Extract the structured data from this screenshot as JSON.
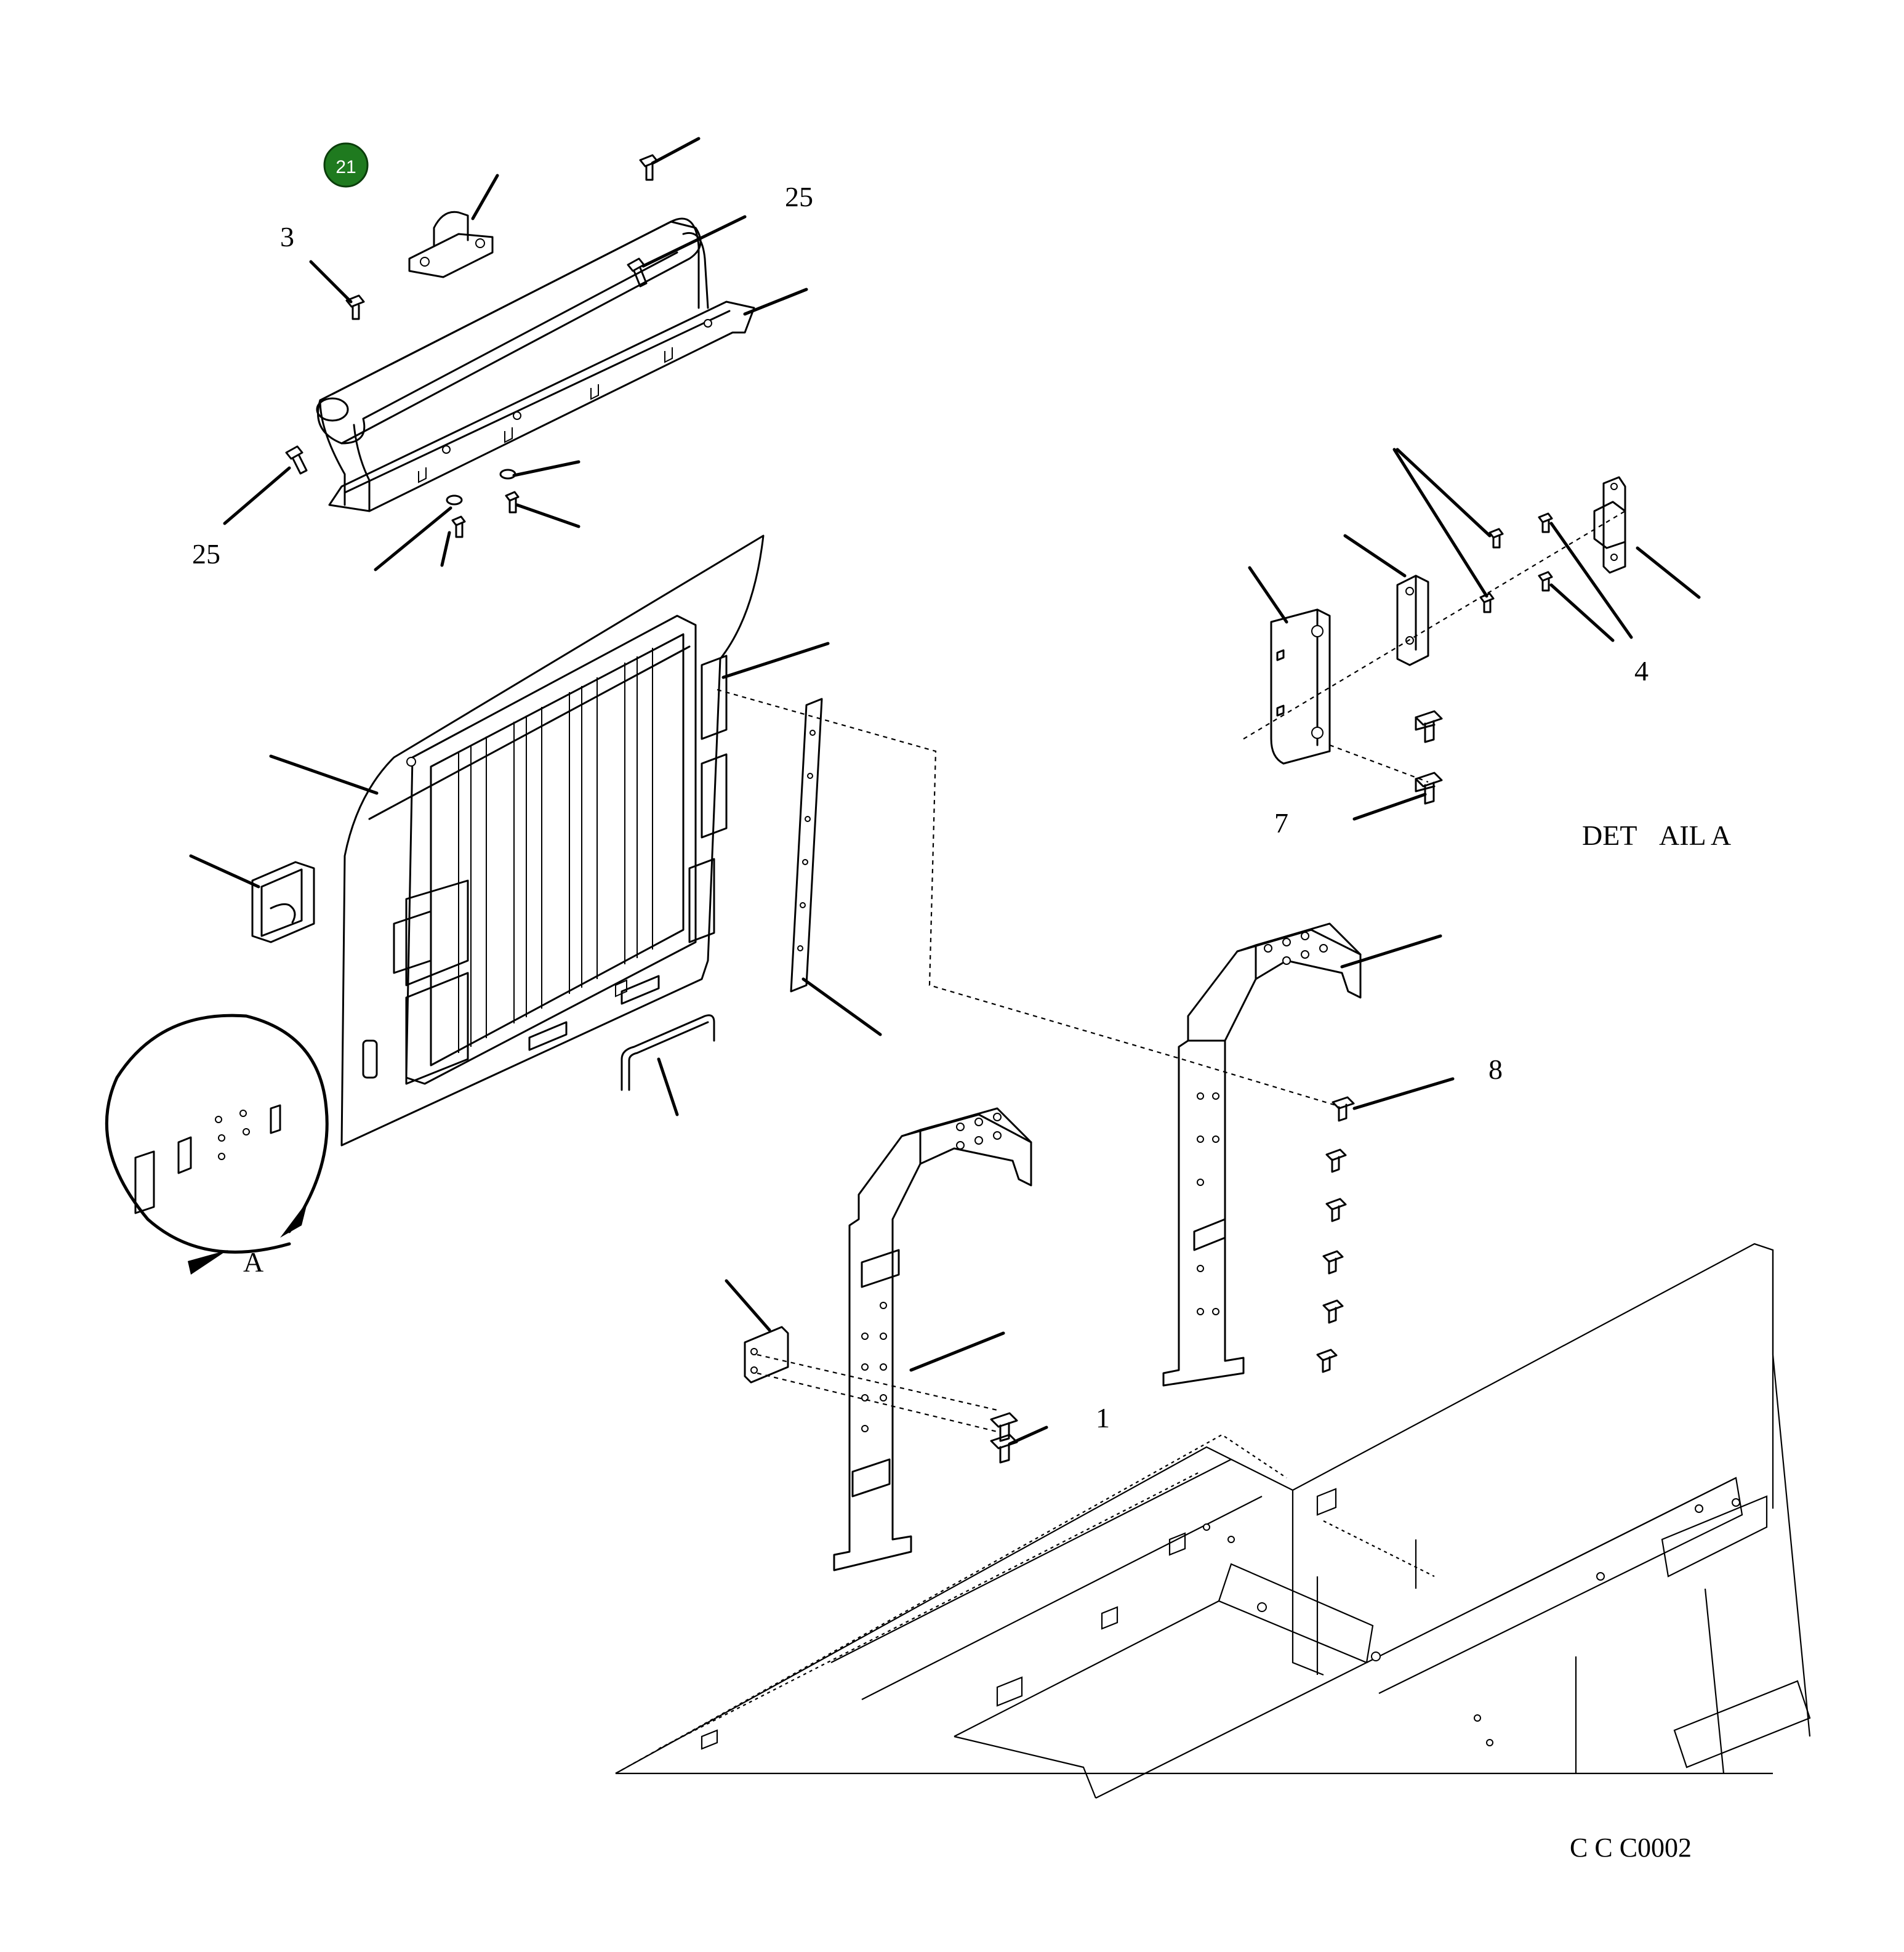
{
  "callout_badge": {
    "text": "21",
    "color": "#1f7a1f"
  },
  "labels": {
    "top_left_3": "3",
    "top_right_25": "25",
    "left_25": "25",
    "detail_4": "4",
    "detail_7": "7",
    "detail_title_part1": "DET",
    "detail_title_part2": "AIL A",
    "right_8": "8",
    "lower_1": "1",
    "view_ref_a": "A"
  },
  "drawing_code": "C C C0002",
  "colors": {
    "line": "#000000",
    "paper": "#ffffff",
    "badge": "#1f7a1f"
  }
}
